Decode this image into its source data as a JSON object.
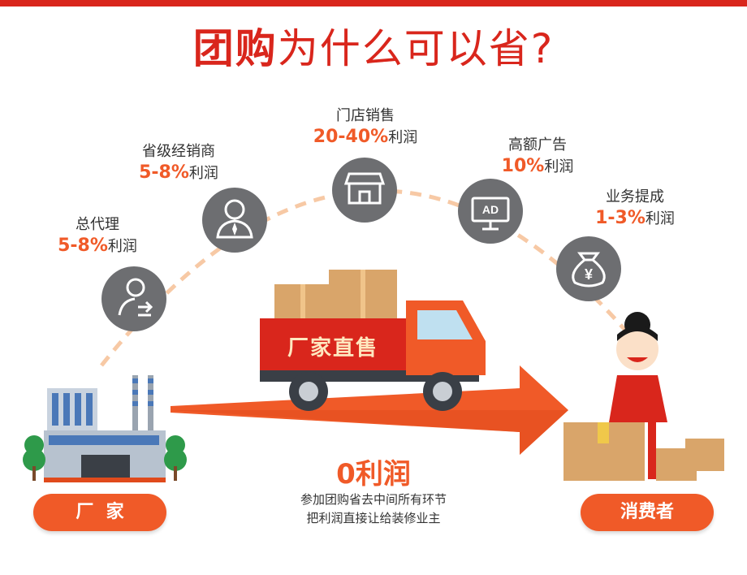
{
  "title": {
    "highlight": "团购",
    "rest": "为什么可以省?"
  },
  "stages": [
    {
      "name": "总代理",
      "pct": "5-8%",
      "suffix": "利润",
      "icon": "user-exchange-icon"
    },
    {
      "name": "省级经销商",
      "pct": "5-8%",
      "suffix": "利润",
      "icon": "businessman-icon"
    },
    {
      "name": "门店销售",
      "pct": "20-40%",
      "suffix": "利润",
      "icon": "store-icon"
    },
    {
      "name": "高额广告",
      "pct": "10%",
      "suffix": "利润",
      "icon": "ad-screen-icon",
      "ad_text": "AD"
    },
    {
      "name": "业务提成",
      "pct": "1-3%",
      "suffix": "利润",
      "icon": "money-bag-icon",
      "yen": "¥"
    }
  ],
  "truck": {
    "label": "厂家直售"
  },
  "center": {
    "headline": "0利润",
    "line1": "参加团购省去中间所有环节",
    "line2": "把利润直接让给装修业主"
  },
  "factory": {
    "label": "厂  家"
  },
  "consumer": {
    "label": "消费者"
  },
  "colors": {
    "red": "#d9261c",
    "orange": "#f05a28",
    "circle_gray": "#6d6e71",
    "dash": "#f7c9a5",
    "box": "#d9a56a"
  }
}
